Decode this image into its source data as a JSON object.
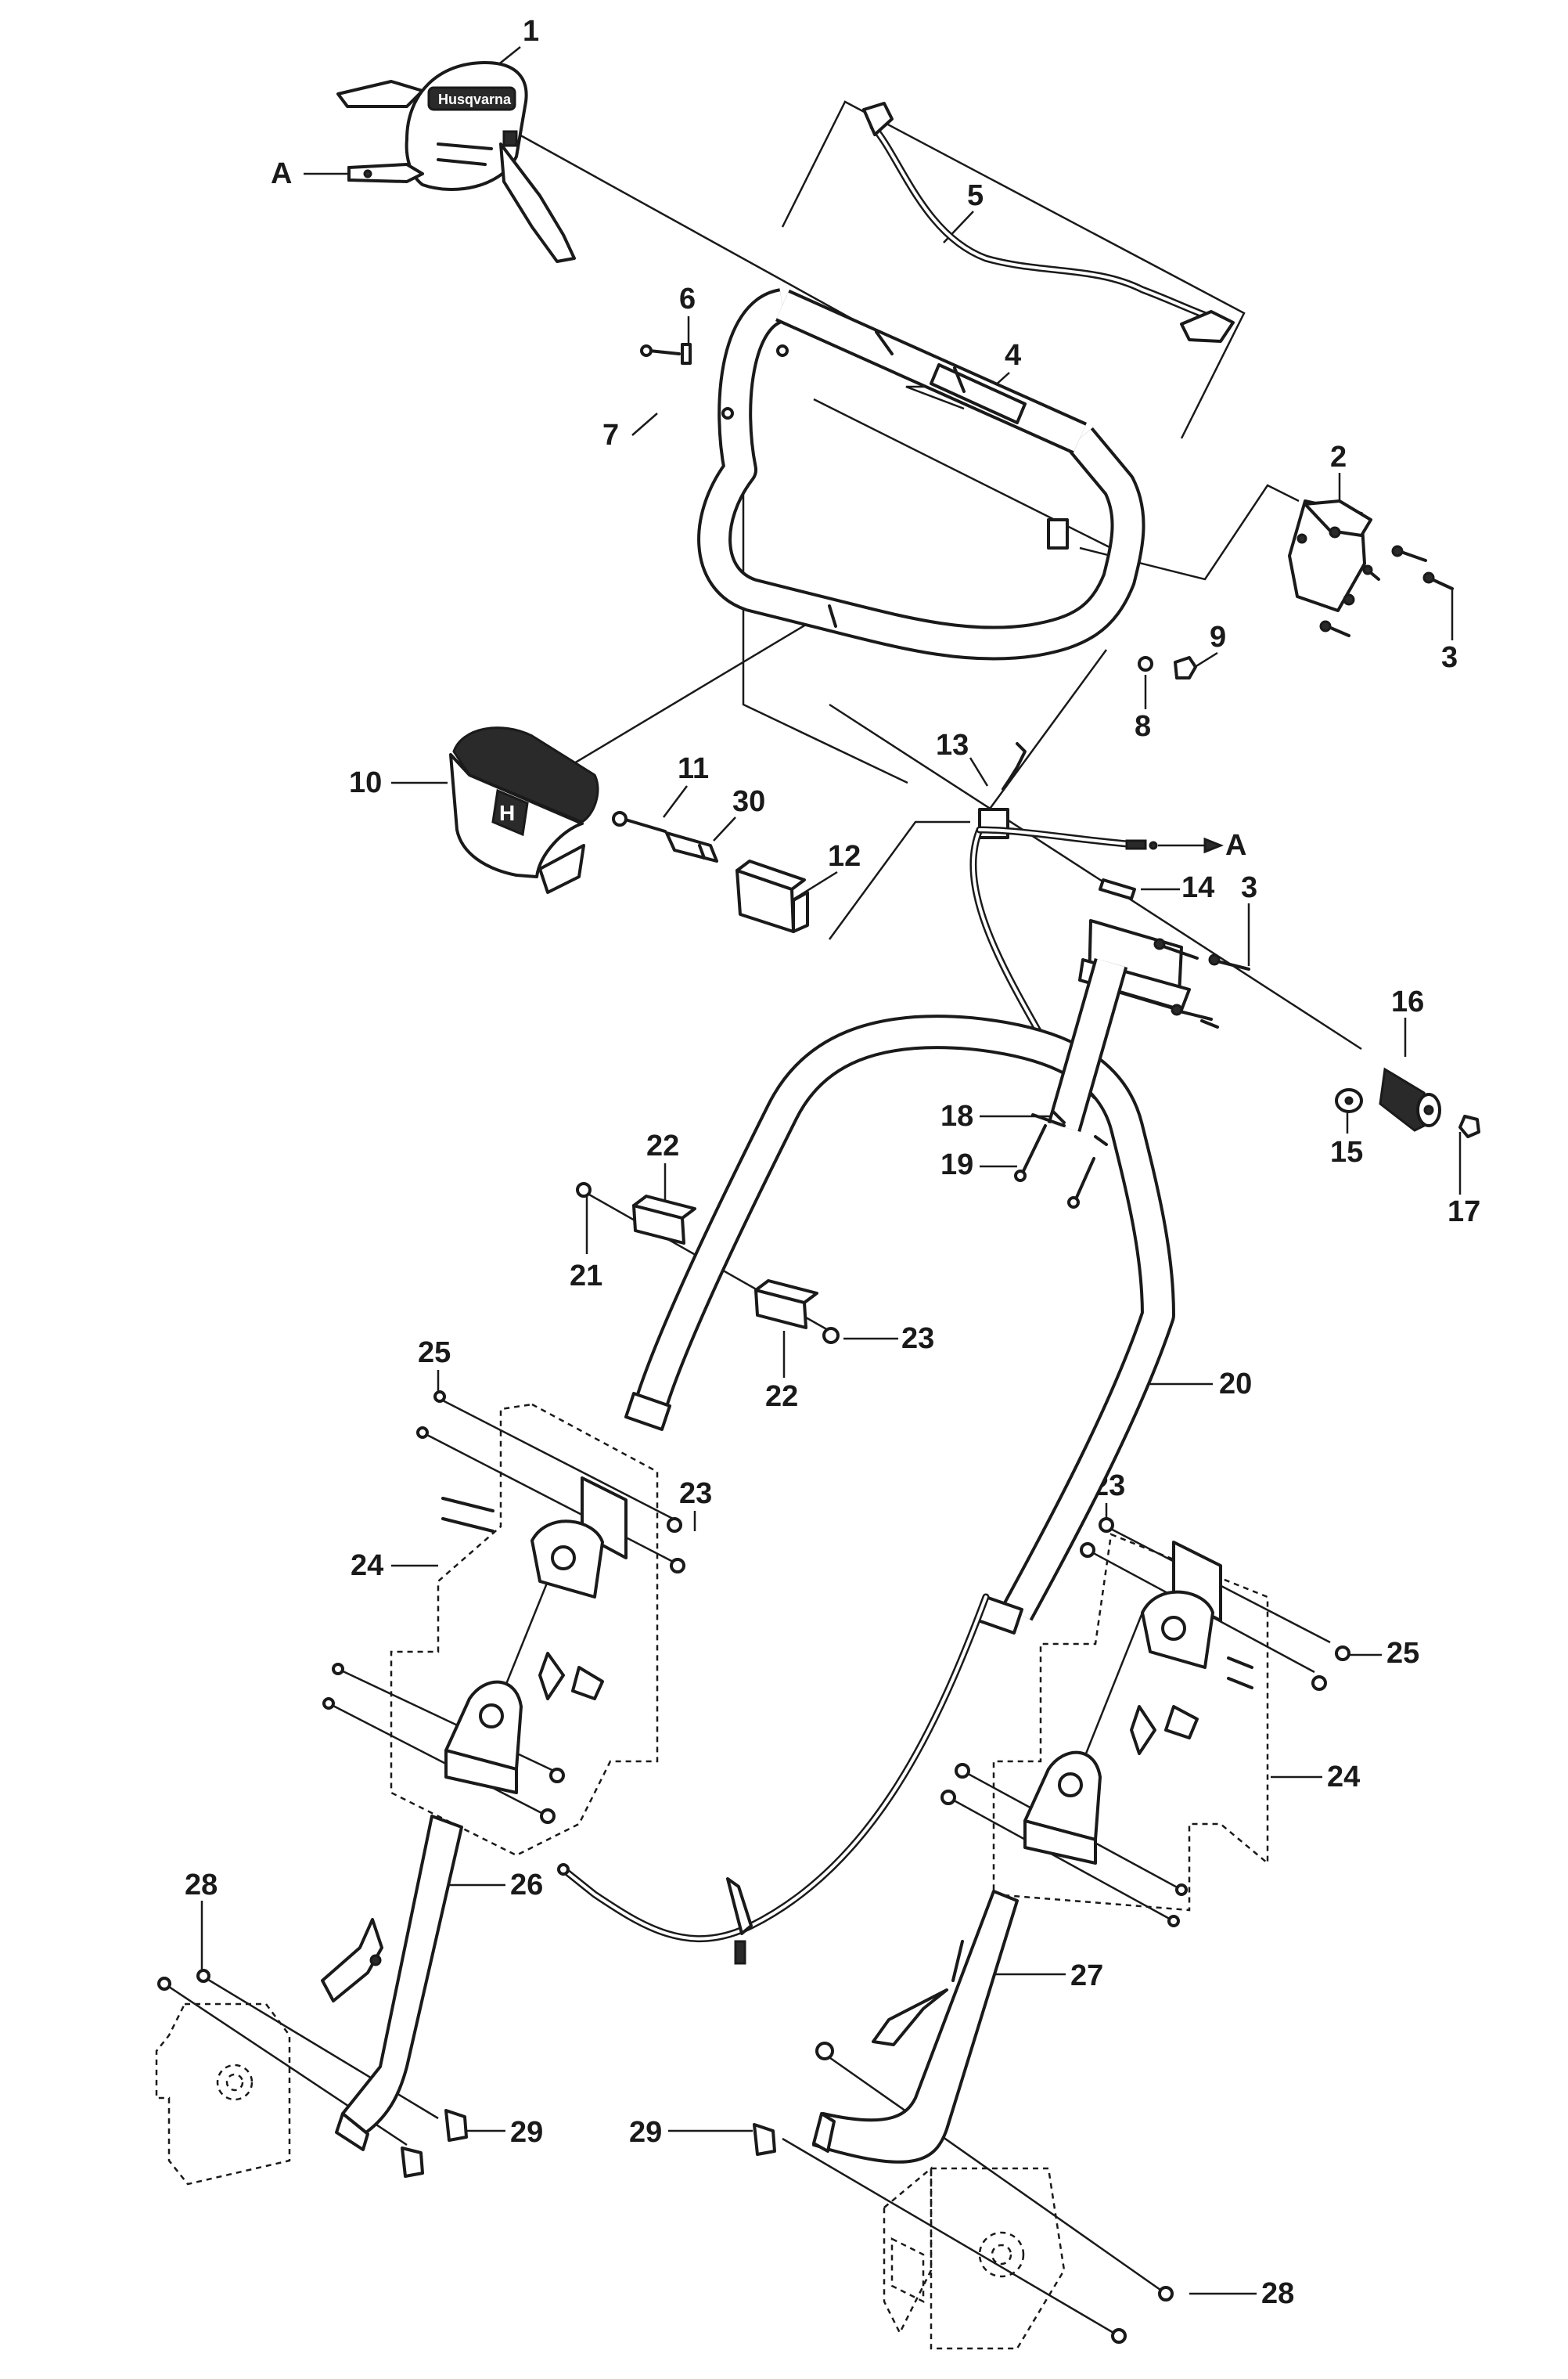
{
  "diagram": {
    "labels": {
      "l1": "1",
      "l2": "2",
      "l3a": "3",
      "l3b": "3",
      "l4": "4",
      "l5": "5",
      "l6": "6",
      "l7": "7",
      "l8": "8",
      "l9": "9",
      "l10": "10",
      "l11": "11",
      "l12": "12",
      "l13": "13",
      "l14": "14",
      "l15": "15",
      "l16": "16",
      "l17": "17",
      "l18": "18",
      "l19": "19",
      "l20": "20",
      "l21": "21",
      "l22a": "22",
      "l22b": "22",
      "l23a": "23",
      "l23b": "23",
      "l23c": "23",
      "l24a": "24",
      "l24b": "24",
      "l25a": "25",
      "l25b": "25",
      "l26": "26",
      "l27": "27",
      "l28a": "28",
      "l28b": "28",
      "l29a": "29",
      "l29b": "29",
      "l30": "30",
      "lAa": "A",
      "lAb": "A"
    },
    "logo_text": "Husqvarna",
    "logo_letter": "H",
    "line_color": "#1a1a1a",
    "background_color": "#ffffff"
  }
}
